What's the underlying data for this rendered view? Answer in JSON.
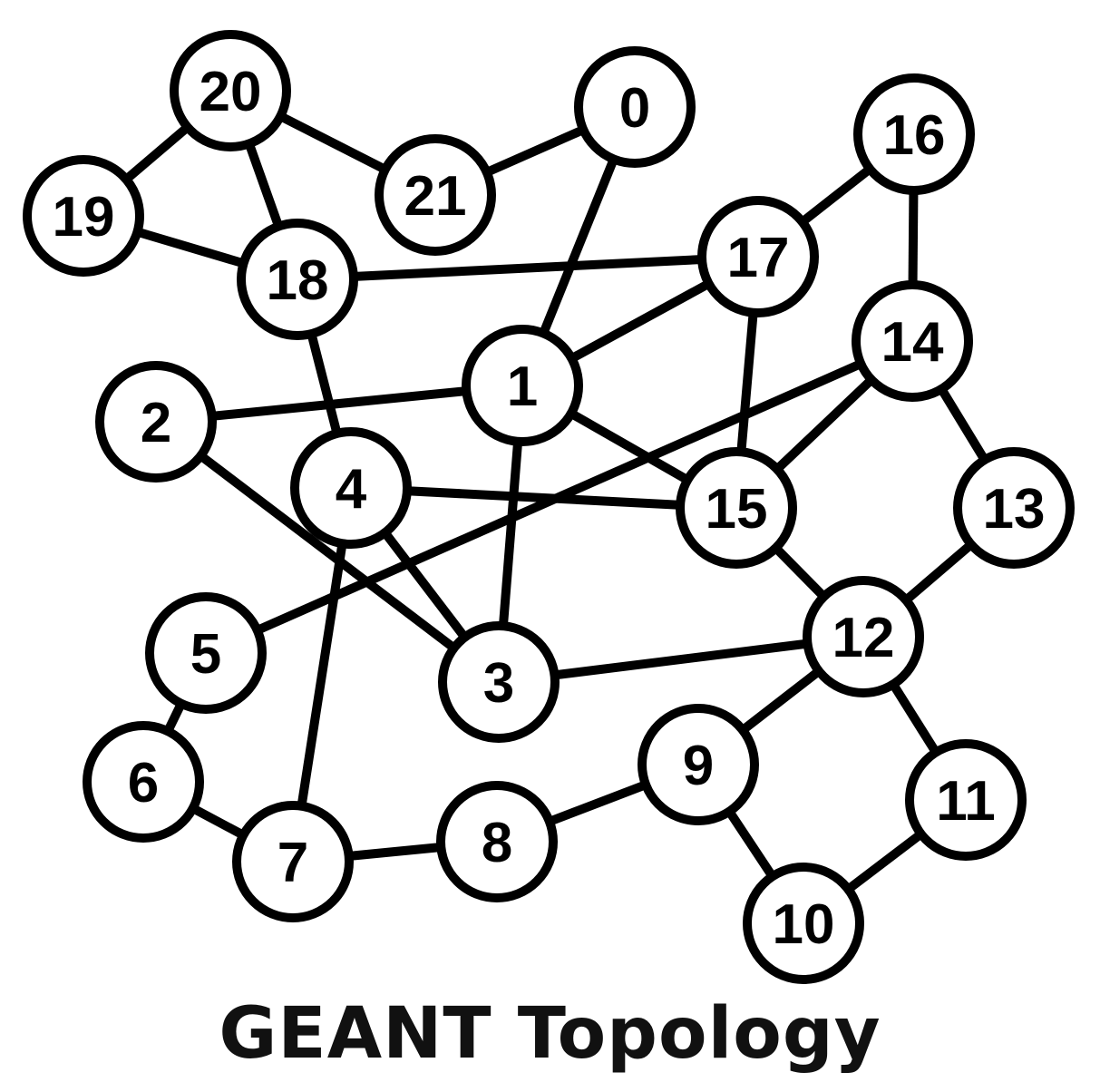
{
  "title": "GEANT Topology",
  "colors": {
    "stroke": "#000000",
    "node_fill": "#ffffff",
    "text": "#000000"
  },
  "nodes": [
    "0",
    "1",
    "2",
    "3",
    "4",
    "5",
    "6",
    "7",
    "8",
    "9",
    "10",
    "11",
    "12",
    "13",
    "14",
    "15",
    "16",
    "17",
    "18",
    "19",
    "20",
    "21"
  ],
  "edges": [
    [
      "20",
      "19"
    ],
    [
      "20",
      "21"
    ],
    [
      "20",
      "18"
    ],
    [
      "21",
      "0"
    ],
    [
      "19",
      "18"
    ],
    [
      "18",
      "17"
    ],
    [
      "18",
      "4"
    ],
    [
      "0",
      "1"
    ],
    [
      "17",
      "1"
    ],
    [
      "17",
      "16"
    ],
    [
      "17",
      "15"
    ],
    [
      "16",
      "14"
    ],
    [
      "14",
      "15"
    ],
    [
      "14",
      "13"
    ],
    [
      "14",
      "5"
    ],
    [
      "2",
      "1"
    ],
    [
      "2",
      "3"
    ],
    [
      "1",
      "15"
    ],
    [
      "1",
      "3"
    ],
    [
      "4",
      "15"
    ],
    [
      "4",
      "3"
    ],
    [
      "4",
      "7"
    ],
    [
      "15",
      "12"
    ],
    [
      "13",
      "12"
    ],
    [
      "3",
      "12"
    ],
    [
      "12",
      "9"
    ],
    [
      "12",
      "11"
    ],
    [
      "5",
      "6"
    ],
    [
      "6",
      "7"
    ],
    [
      "7",
      "8"
    ],
    [
      "8",
      "9"
    ],
    [
      "9",
      "10"
    ],
    [
      "10",
      "11"
    ]
  ]
}
